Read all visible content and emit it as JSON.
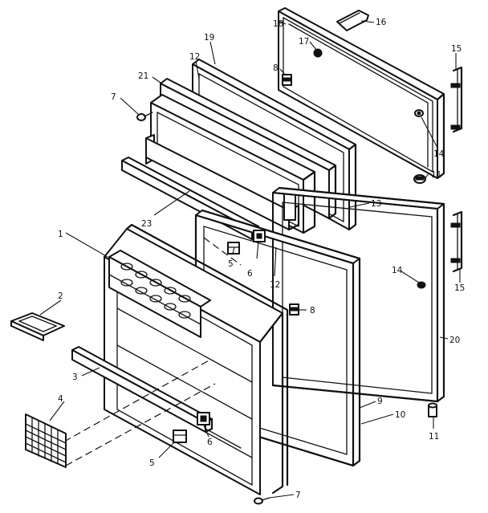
{
  "callouts": [
    {
      "id": "c1",
      "text": "1"
    },
    {
      "id": "c2",
      "text": "2"
    },
    {
      "id": "c3",
      "text": "3"
    },
    {
      "id": "c4",
      "text": "4"
    },
    {
      "id": "c5a",
      "text": "5"
    },
    {
      "id": "c5b",
      "text": "5"
    },
    {
      "id": "c6a",
      "text": "6"
    },
    {
      "id": "c6b",
      "text": "6"
    },
    {
      "id": "c7a",
      "text": "7"
    },
    {
      "id": "c7b",
      "text": "7"
    },
    {
      "id": "c8a",
      "text": "8"
    },
    {
      "id": "c8b",
      "text": "8"
    },
    {
      "id": "c9",
      "text": "9"
    },
    {
      "id": "c10",
      "text": "10"
    },
    {
      "id": "c11a",
      "text": "11"
    },
    {
      "id": "c11b",
      "text": "11"
    },
    {
      "id": "c12a",
      "text": "12"
    },
    {
      "id": "c12b",
      "text": "12"
    },
    {
      "id": "c13",
      "text": "13"
    },
    {
      "id": "c14a",
      "text": "14"
    },
    {
      "id": "c14b",
      "text": "14"
    },
    {
      "id": "c15a",
      "text": "15"
    },
    {
      "id": "c15b",
      "text": "15"
    },
    {
      "id": "c16",
      "text": "16"
    },
    {
      "id": "c17",
      "text": "17"
    },
    {
      "id": "c18",
      "text": "18"
    },
    {
      "id": "c19",
      "text": "19"
    },
    {
      "id": "c20",
      "text": "20"
    },
    {
      "id": "c21",
      "text": "21"
    },
    {
      "id": "c23",
      "text": "23"
    }
  ]
}
